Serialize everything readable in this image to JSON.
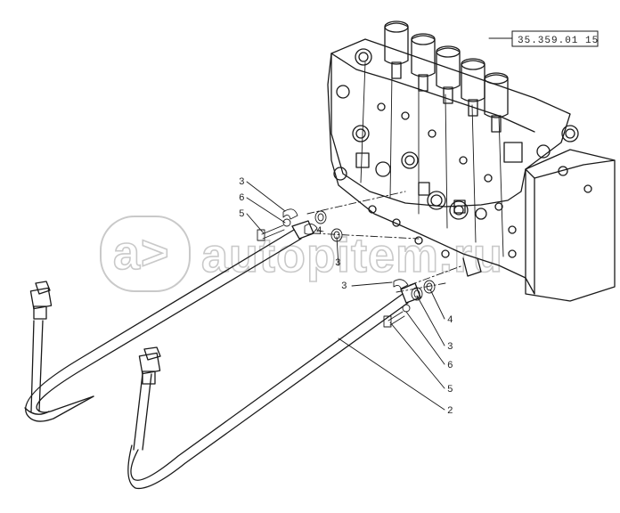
{
  "reference_code": "35.359.01 15",
  "watermark": {
    "text": "autopitem.ru"
  },
  "callouts": {
    "c1": "3",
    "c2": "6",
    "c3": "5",
    "c4": "4",
    "c5": "3",
    "c6": "3",
    "c7": "4",
    "c8": "3",
    "c9": "6",
    "c10": "5",
    "c11": "2"
  },
  "colors": {
    "ink": "#1a1a1a",
    "watermark": "#c9c9c9",
    "background": "#ffffff"
  }
}
